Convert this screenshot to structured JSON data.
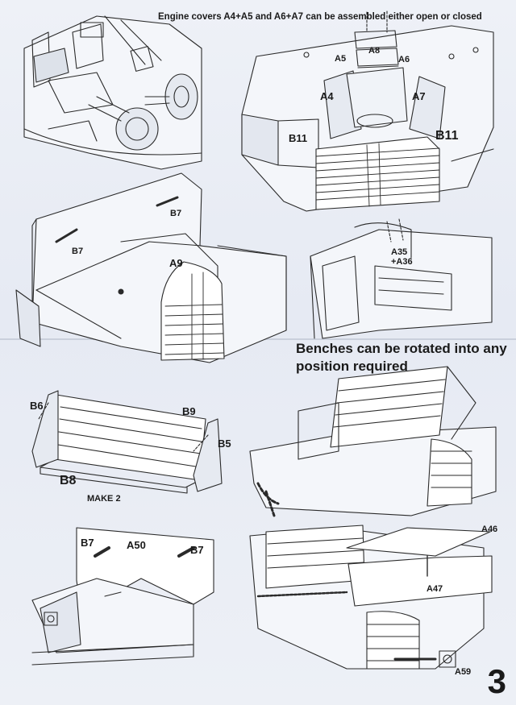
{
  "notes": {
    "engine_covers": "Engine covers A4+A5 and A6+A7 can be assembled either open or closed",
    "benches_line1": "Benches can be rotated into any",
    "benches_line2": "position required",
    "make_count": "MAKE 2"
  },
  "parts": {
    "a8": "A8",
    "a5": "A5",
    "a6": "A6",
    "a4": "A4",
    "a7": "A7",
    "b11_left": "B11",
    "b11_right": "B11",
    "b7_top": "B7",
    "b7_left": "B7",
    "a9": "A9",
    "a35": "A35",
    "a36": "+A36",
    "b6": "B6",
    "b9": "B9",
    "b5": "B5",
    "b8": "B8",
    "b7_bl": "B7",
    "a50": "A50",
    "b7_br": "B7",
    "a46": "A46",
    "a47": "A47",
    "a59": "A59"
  },
  "page_number": "3"
}
